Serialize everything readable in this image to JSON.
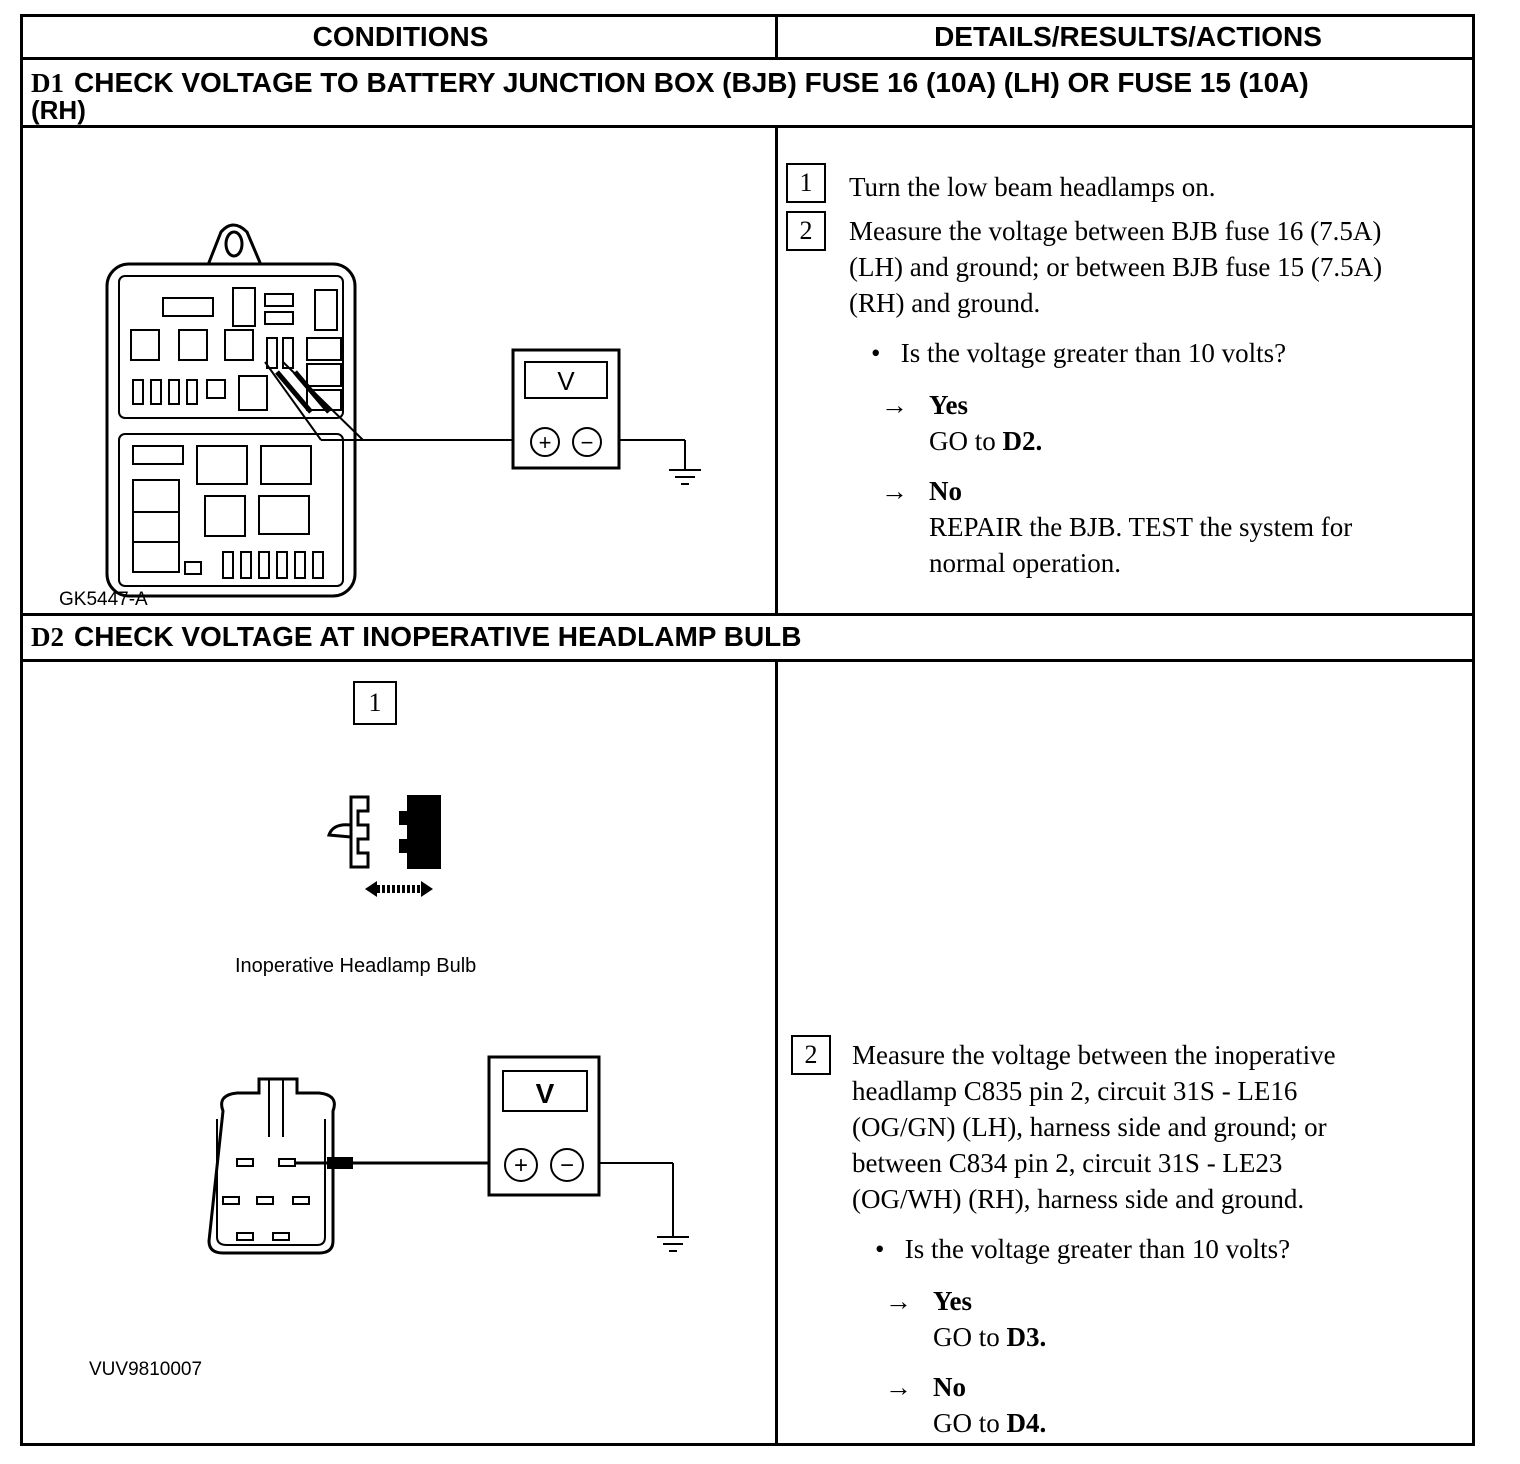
{
  "table": {
    "headers": {
      "conditions": "CONDITIONS",
      "details": "DETAILS/RESULTS/ACTIONS"
    }
  },
  "d1": {
    "num": "D1",
    "title": "CHECK VOLTAGE TO BATTERY JUNCTION BOX (BJB) FUSE 16 (10A) (LH) OR FUSE 15 (10A)",
    "title_cont": "(RH)",
    "figure_id": "GK5447-A",
    "meter_label": "V",
    "steps": [
      {
        "num": "1",
        "text": "Turn the low beam headlamps on."
      },
      {
        "num": "2",
        "lines": [
          "Measure the voltage between BJB fuse 16 (7.5A)",
          "(LH) and ground; or between BJB fuse 15 (7.5A)",
          "(RH) and ground."
        ]
      }
    ],
    "question": "Is the voltage greater than 10 volts?",
    "yes": {
      "label": "Yes",
      "action_prefix": "GO to ",
      "action_target": "D2."
    },
    "no": {
      "label": "No",
      "lines": [
        "REPAIR the BJB. TEST the system for",
        "normal operation."
      ]
    }
  },
  "d2": {
    "num": "D2",
    "title": "CHECK VOLTAGE AT INOPERATIVE HEADLAMP BULB",
    "fig_step": "1",
    "fig_caption": "Inoperative Headlamp Bulb",
    "figure_id": "VUV9810007",
    "meter_label": "V",
    "steps": [
      {
        "num": "2",
        "lines": [
          "Measure the voltage between the inoperative",
          "headlamp C835 pin 2, circuit 31S - LE16",
          "(OG/GN) (LH), harness side and ground; or",
          "between C834 pin 2, circuit 31S - LE23",
          "(OG/WH) (RH), harness side and ground."
        ]
      }
    ],
    "question": "Is the voltage greater than 10 volts?",
    "yes": {
      "label": "Yes",
      "action_prefix": "GO to ",
      "action_target": "D3."
    },
    "no": {
      "label": "No",
      "action_prefix": "GO to ",
      "action_target": "D4."
    }
  },
  "symbols": {
    "plus": "+",
    "minus": "−",
    "arrow": "→",
    "bullet": "•"
  }
}
